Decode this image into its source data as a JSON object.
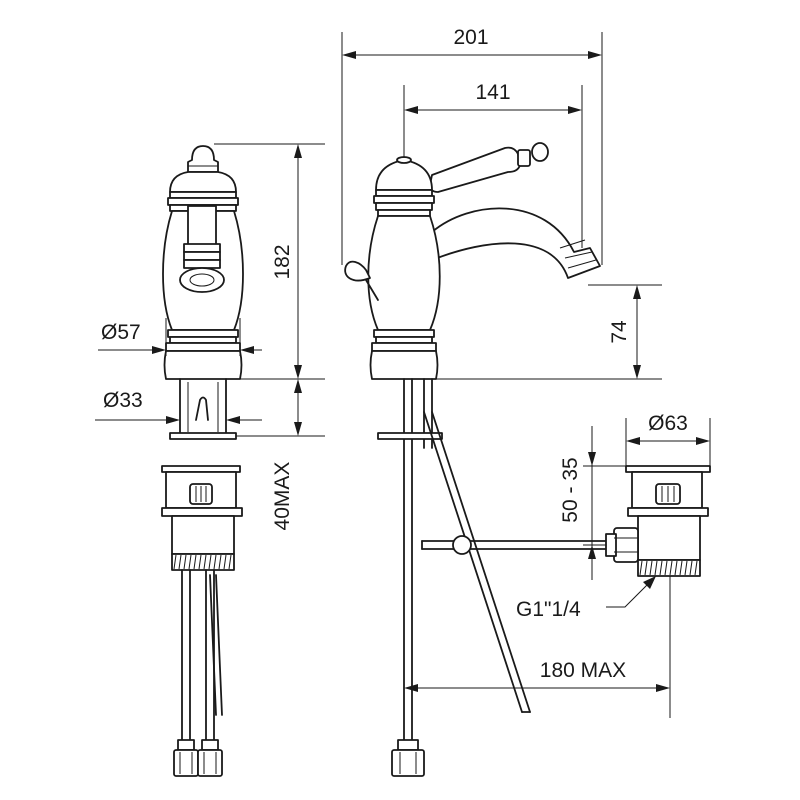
{
  "dimensions": {
    "overall_width": "201",
    "spout_reach": "141",
    "body_height": "182",
    "spout_height": "74",
    "base_diameter": "Ø57",
    "hole_diameter": "Ø33",
    "deck_thickness": "40MAX",
    "waste_diameter": "Ø63",
    "waste_depth_top": "50 - 35",
    "waste_thread": "G1\"1/4",
    "rod_length": "180 MAX"
  }
}
